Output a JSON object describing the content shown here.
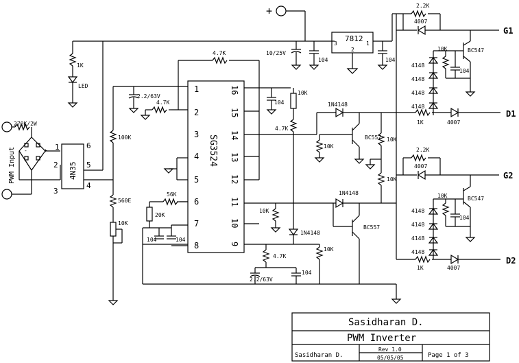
{
  "labels": {
    "plus": "+",
    "reg": "7812",
    "reg_in": "3",
    "reg_out": "1",
    "reg_gnd": "2",
    "cap_10_25": "10/25V",
    "cap_104_a": "104",
    "cap_104_b": "104",
    "r_1k_led": "1K",
    "led": "LED",
    "r_4k7_top": "4.7K",
    "cap_22_63_a": "2.2/63V",
    "r_4k7_pin2": "4.7K",
    "cap_104_c": "104",
    "pot_10k_top": "10K",
    "r_4k7_mid": "4.7K",
    "r_270k": "270K/2W",
    "pwm_input": "PWM Input",
    "optocoupler": "4N35",
    "opto_p1": "1",
    "opto_p2": "2",
    "opto_p3": "3",
    "opto_p4": "4",
    "opto_p5": "5",
    "opto_p6": "6",
    "r_100k": "100K",
    "r_560e": "560E",
    "pot_10k_low": "10K",
    "r_56k": "56K",
    "pot_20k": "20K",
    "cap_104_d": "104",
    "cap_104_e": "104",
    "ic": "SG3524",
    "ic_p1": "1",
    "ic_p2": "2",
    "ic_p3": "3",
    "ic_p4": "4",
    "ic_p5": "5",
    "ic_p6": "6",
    "ic_p7": "7",
    "ic_p8": "8",
    "ic_p9": "9",
    "ic_p10": "10",
    "ic_p11": "11",
    "ic_p12": "12",
    "ic_p13": "13",
    "ic_p14": "14",
    "ic_p15": "15",
    "ic_p16": "16",
    "d_1n4148_a": "1N4148",
    "d_1n4148_b": "1N4148",
    "d_1n4148_c": "1N4148",
    "r_10k_a": "10K",
    "r_10k_b": "10K",
    "r_10k_c": "10K",
    "r_10k_d": "10K",
    "r_10k_e": "10K",
    "q_bc557_a": "BC557",
    "q_bc557_b": "BC557",
    "r_4k7_low": "4.7K",
    "cap_22_63_b": "2.2/63V",
    "cap_104_f": "104",
    "r_2k2_a": "2.2K",
    "d_4007_a": "4007",
    "g1": "G1",
    "r_10k_g1": "10K",
    "q_bc547_a": "BC547",
    "cap_104_g": "104",
    "d_4148_a1": "4148",
    "d_4148_a2": "4148",
    "d_4148_a3": "4148",
    "d_4148_a4": "4148",
    "r_1k_d1": "1K",
    "d_4007_d1": "4007",
    "d1": "D1",
    "r_2k2_b": "2.2K",
    "d_4007_b": "4007",
    "g2": "G2",
    "r_10k_g2": "10K",
    "q_bc547_b": "BC547",
    "cap_104_h": "104",
    "d_4148_b1": "4148",
    "d_4148_b2": "4148",
    "d_4148_b3": "4148",
    "d_4148_b4": "4148",
    "r_1k_d2": "1K",
    "d_4007_d2": "4007",
    "d2": "D2"
  },
  "title_block": {
    "author": "Sasidharan D.",
    "title": "PWM Inverter",
    "author_small": "Sasidharan D.",
    "rev": "Rev 1.0",
    "date": "05/05/05",
    "page": "Page 1 of 3"
  }
}
